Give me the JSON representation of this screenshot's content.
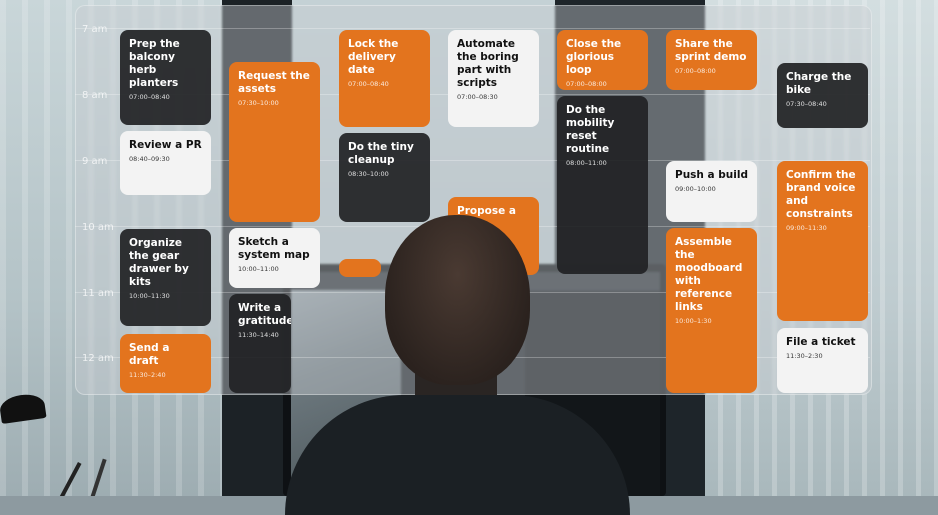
{
  "time_labels": [
    "7 am",
    "8 am",
    "9 am",
    "10 am",
    "11 am",
    "12 am"
  ],
  "cards": [
    {
      "title": "Prep the balcony herb planters",
      "time": "07:00–08:40"
    },
    {
      "title": "Review a PR",
      "time": "08:40–09:30"
    },
    {
      "title": "Organize the gear drawer by kits",
      "time": "10:00–11:30"
    },
    {
      "title": "Send a draft",
      "time": "11:30–2:40"
    },
    {
      "title": "Request the assets",
      "time": "07:30–10:00"
    },
    {
      "title": "Sketch a system map",
      "time": "10:00–11:00"
    },
    {
      "title": "Write a gratitude",
      "time": "11:30–14:40"
    },
    {
      "title": "Lock the delivery date",
      "time": "07:00–08:40"
    },
    {
      "title": "Do the tiny cleanup",
      "time": "08:30–10:00"
    },
    {
      "title": "Automate the boring part with scripts",
      "time": "07:00–08:30"
    },
    {
      "title": "Propose a lean",
      "time": ""
    },
    {
      "title": "Close the glorious loop",
      "time": "07:00–08:00"
    },
    {
      "title": "Do the mobility reset routine",
      "time": "08:00–11:00"
    },
    {
      "title": "Share the sprint demo",
      "time": "07:00–08:00"
    },
    {
      "title": "Push a build",
      "time": "09:00–10:00"
    },
    {
      "title": "Assemble the moodboard with reference links",
      "time": "10:00–1:30"
    },
    {
      "title": "Charge the bike",
      "time": "07:30–08:40"
    },
    {
      "title": "Confirm the brand voice and constraints",
      "time": "09:00–11:30"
    },
    {
      "title": "File a ticket",
      "time": "11:30–2:30"
    }
  ],
  "colors": {
    "orange": "#e3741e",
    "dark": "#212224",
    "white": "#f3f3f3"
  }
}
